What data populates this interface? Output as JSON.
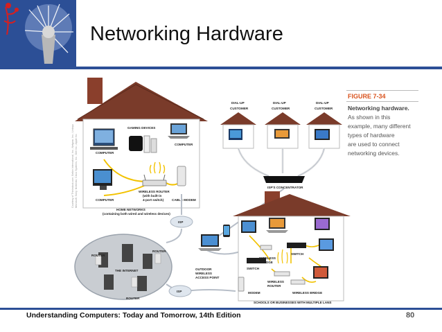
{
  "slide": {
    "title": "Networking Hardware",
    "footer": "Understanding Computers: Today and Tomorrow, 14th Edition",
    "page_number": "80"
  },
  "colors": {
    "brand_blue": "#2c4f96",
    "roof_brown": "#7a3b2a",
    "figure_orange": "#d9531e",
    "cable_yellow": "#f2c200",
    "cloud_gray": "#c9cdd2"
  },
  "figure": {
    "number": "FIGURE 7-34",
    "subtitle": "Networking hardware.",
    "caption_lines": [
      "As shown in this",
      "example, many different",
      "types of hardware",
      "are used to connect",
      "networking devices."
    ],
    "labels": {
      "gaming_devices": "GAMING DEVICES",
      "computer": "COMPUTER",
      "wireless_router": "WIRELESS ROUTER",
      "with_built_in": "(with built-in",
      "port_switch": "4-port switch)",
      "cable_modem": "CABLE MODEM",
      "home_networks": "HOME NETWORKS",
      "home_networks_sub": "(containing both wired and wireless devices)",
      "dialup": "DIAL-UP",
      "customer": "CUSTOMER",
      "isp_concentrator": "ISP'S CONCENTRATOR",
      "isp": "ISP",
      "router": "ROUTER",
      "the_internet": "THE INTERNET",
      "outdoor": "OUTDOOR",
      "wireless": "WIRELESS",
      "access_point": "ACCESS POINT",
      "switch": "SWITCH",
      "bridge": "BRIDGE",
      "modem": "MODEM",
      "wireless_bridge": "WIRELESS BRIDGE",
      "schools_lans": "SCHOOLS OR BUSINESSES WITH MULTIPLE LANS"
    },
    "credit_lines": [
      "Courtesy of Thinkstock.com; Belkin International, Inc.; Netgear, Inc.; Linksys",
      "Microsoft; Sony; Nintendo; Cisco Systems, Inc.; Dell Inc.; Apple Inc."
    ]
  }
}
